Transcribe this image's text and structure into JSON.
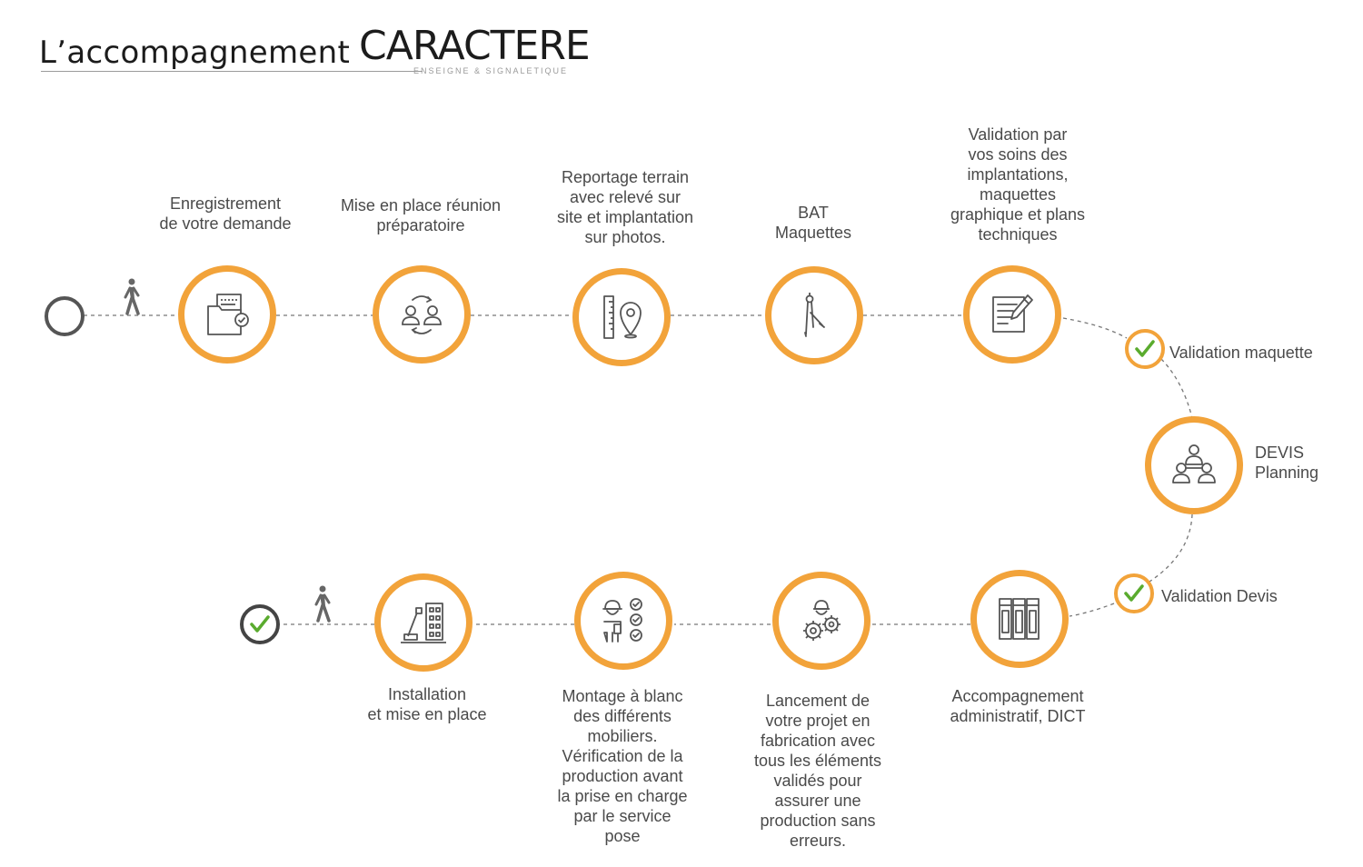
{
  "header": {
    "title": "L’accompagnement",
    "logo_word": "CARACTERE",
    "logo_sub": "ENSEIGNE & SIGNALETIQUE"
  },
  "colors": {
    "accent": "#f2a33a",
    "icon": "#555555",
    "check": "#5aab2e",
    "text": "#4a4a4a"
  },
  "steps": {
    "enregistrement": {
      "label": "Enregistrement\nde votre demande",
      "icon": "folder-check-icon"
    },
    "reunion": {
      "label": "Mise en place réunion\npréparatoire",
      "icon": "meeting-people-icon"
    },
    "reportage": {
      "label": "Reportage terrain\navec relevé sur\nsite et implantation\nsur photos.",
      "icon": "ruler-location-icon"
    },
    "bat": {
      "label": "BAT\nMaquettes",
      "icon": "compass-icon"
    },
    "validation_soins": {
      "label": "Validation par\nvos soins des\nimplantations,\nmaquettes\ngraphique et plans\ntechniques",
      "icon": "document-pen-icon"
    },
    "devis": {
      "label": "DEVIS\nPlanning",
      "icon": "team-icon"
    },
    "accompagnement": {
      "label": "Accompagnement\nadministratif, DICT",
      "icon": "binders-icon"
    },
    "lancement": {
      "label": "Lancement de\nvotre projet en\nfabrication avec\ntous les éléments\nvalidés pour\nassurer une\nproduction sans\nerreurs.",
      "icon": "worker-gears-icon"
    },
    "montage": {
      "label": "Montage à blanc\ndes différents\nmobiliers.\nVérification de la\nproduction avant\nla prise en charge\npar le service\npose",
      "icon": "worker-checklist-icon"
    },
    "installation": {
      "label": "Installation\net mise en place",
      "icon": "crane-building-icon"
    }
  },
  "validations": {
    "maquette": "Validation maquette",
    "devis": "Validation Devis"
  }
}
